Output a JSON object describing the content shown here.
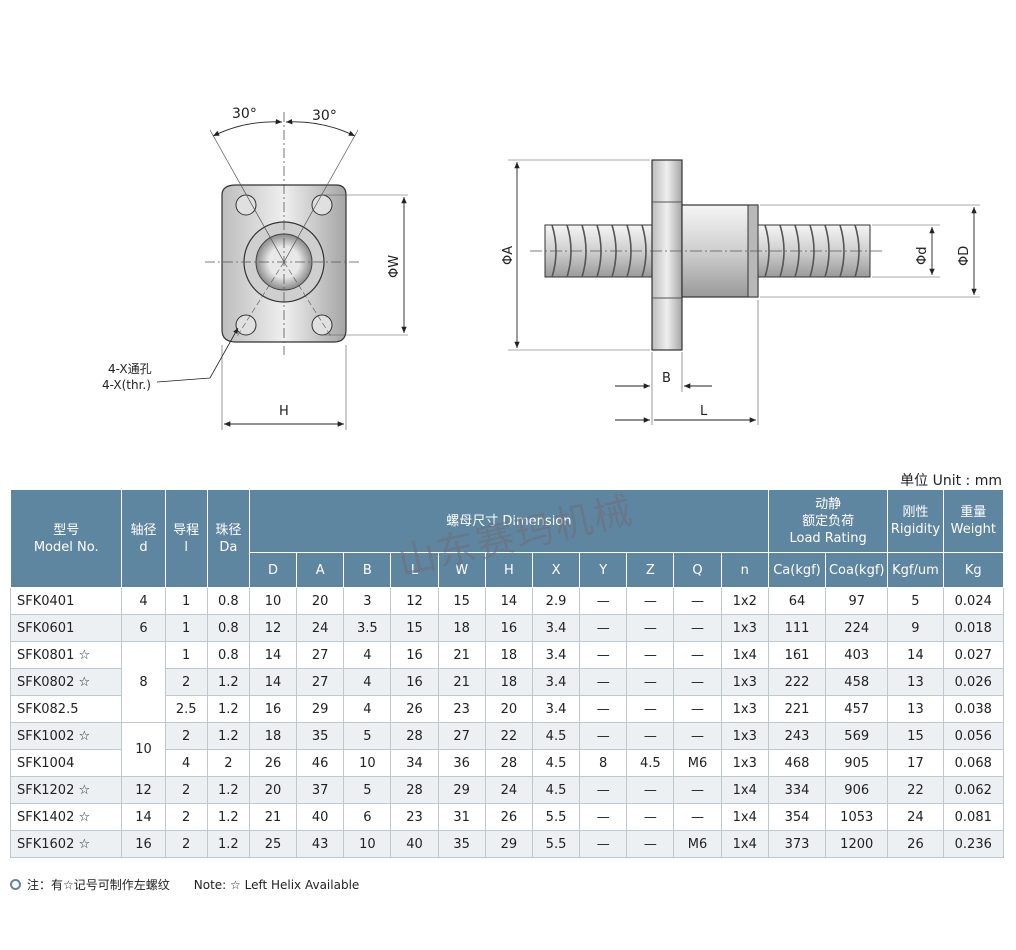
{
  "drawing": {
    "angle_left": "30°",
    "angle_right": "30°",
    "label_w": "ΦW",
    "label_h": "H",
    "hole_cn": "4-X通孔",
    "hole_en": "4-X(thr.)",
    "label_a": "ΦA",
    "label_d_small": "Φd",
    "label_d_large": "ΦD",
    "label_b": "B",
    "label_l": "L"
  },
  "unit_label": "单位 Unit : mm",
  "watermark": "山东赛玛机械",
  "table": {
    "headers": {
      "model_cn": "型号",
      "model_en": "Model No.",
      "shaft_cn": "轴径",
      "shaft_en": "d",
      "lead_cn": "导程",
      "lead_en": "l",
      "ball_cn": "珠径",
      "ball_en": "Da",
      "dim": "螺母尺寸 Dimension",
      "load_cn1": "动静",
      "load_cn2": "额定负荷",
      "load_en": "Load Rating",
      "rig_cn": "刚性",
      "rig_en": "Rigidity",
      "wt_cn": "重量",
      "wt_en": "Weight",
      "sub": [
        "D",
        "A",
        "B",
        "L",
        "W",
        "H",
        "X",
        "Y",
        "Z",
        "Q",
        "n",
        "Ca(kgf)",
        "Coa(kgf)",
        "Kgf/um",
        "Kg"
      ]
    },
    "rows": [
      {
        "model": "SFK0401",
        "d": "4",
        "lead": "1",
        "da": "0.8",
        "D": "10",
        "A": "20",
        "B": "3",
        "L": "12",
        "W": "15",
        "H": "14",
        "X": "2.9",
        "Y": "—",
        "Z": "—",
        "Q": "—",
        "n": "1x2",
        "ca": "64",
        "coa": "97",
        "rig": "5",
        "wt": "0.024"
      },
      {
        "model": "SFK0601",
        "d": "6",
        "lead": "1",
        "da": "0.8",
        "D": "12",
        "A": "24",
        "B": "3.5",
        "L": "15",
        "W": "18",
        "H": "16",
        "X": "3.4",
        "Y": "—",
        "Z": "—",
        "Q": "—",
        "n": "1x3",
        "ca": "111",
        "coa": "224",
        "rig": "9",
        "wt": "0.018"
      },
      {
        "model": "SFK0801 ☆",
        "d": "8",
        "lead": "1",
        "da": "0.8",
        "D": "14",
        "A": "27",
        "B": "4",
        "L": "16",
        "W": "21",
        "H": "18",
        "X": "3.4",
        "Y": "—",
        "Z": "—",
        "Q": "—",
        "n": "1x4",
        "ca": "161",
        "coa": "403",
        "rig": "14",
        "wt": "0.027"
      },
      {
        "model": "SFK0802 ☆",
        "lead": "2",
        "da": "1.2",
        "D": "14",
        "A": "27",
        "B": "4",
        "L": "16",
        "W": "21",
        "H": "18",
        "X": "3.4",
        "Y": "—",
        "Z": "—",
        "Q": "—",
        "n": "1x3",
        "ca": "222",
        "coa": "458",
        "rig": "13",
        "wt": "0.026"
      },
      {
        "model": "SFK082.5",
        "lead": "2.5",
        "da": "1.2",
        "D": "16",
        "A": "29",
        "B": "4",
        "L": "26",
        "W": "23",
        "H": "20",
        "X": "3.4",
        "Y": "—",
        "Z": "—",
        "Q": "—",
        "n": "1x3",
        "ca": "221",
        "coa": "457",
        "rig": "13",
        "wt": "0.038"
      },
      {
        "model": "SFK1002 ☆",
        "d": "10",
        "lead": "2",
        "da": "1.2",
        "D": "18",
        "A": "35",
        "B": "5",
        "L": "28",
        "W": "27",
        "H": "22",
        "X": "4.5",
        "Y": "—",
        "Z": "—",
        "Q": "—",
        "n": "1x3",
        "ca": "243",
        "coa": "569",
        "rig": "15",
        "wt": "0.056"
      },
      {
        "model": "SFK1004",
        "lead": "4",
        "da": "2",
        "D": "26",
        "A": "46",
        "B": "10",
        "L": "34",
        "W": "36",
        "H": "28",
        "X": "4.5",
        "Y": "8",
        "Z": "4.5",
        "Q": "M6",
        "n": "1x3",
        "ca": "468",
        "coa": "905",
        "rig": "17",
        "wt": "0.068"
      },
      {
        "model": "SFK1202 ☆",
        "d": "12",
        "lead": "2",
        "da": "1.2",
        "D": "20",
        "A": "37",
        "B": "5",
        "L": "28",
        "W": "29",
        "H": "24",
        "X": "4.5",
        "Y": "—",
        "Z": "—",
        "Q": "—",
        "n": "1x4",
        "ca": "334",
        "coa": "906",
        "rig": "22",
        "wt": "0.062"
      },
      {
        "model": "SFK1402 ☆",
        "d": "14",
        "lead": "2",
        "da": "1.2",
        "D": "21",
        "A": "40",
        "B": "6",
        "L": "23",
        "W": "31",
        "H": "26",
        "X": "5.5",
        "Y": "—",
        "Z": "—",
        "Q": "—",
        "n": "1x4",
        "ca": "354",
        "coa": "1053",
        "rig": "24",
        "wt": "0.081"
      },
      {
        "model": "SFK1602 ☆",
        "d": "16",
        "lead": "2",
        "da": "1.2",
        "D": "25",
        "A": "43",
        "B": "10",
        "L": "40",
        "W": "35",
        "H": "29",
        "X": "5.5",
        "Y": "—",
        "Z": "—",
        "Q": "M6",
        "n": "1x4",
        "ca": "373",
        "coa": "1200",
        "rig": "26",
        "wt": "0.236"
      }
    ]
  },
  "note": "注：有☆记号可制作左螺纹　　Note: ☆ Left Helix Available",
  "colors": {
    "header_bg": "#5f86a0",
    "row_alt": "#edf0f3",
    "metal_light": "#dcdcdc",
    "metal_dark": "#7a7a7a"
  }
}
